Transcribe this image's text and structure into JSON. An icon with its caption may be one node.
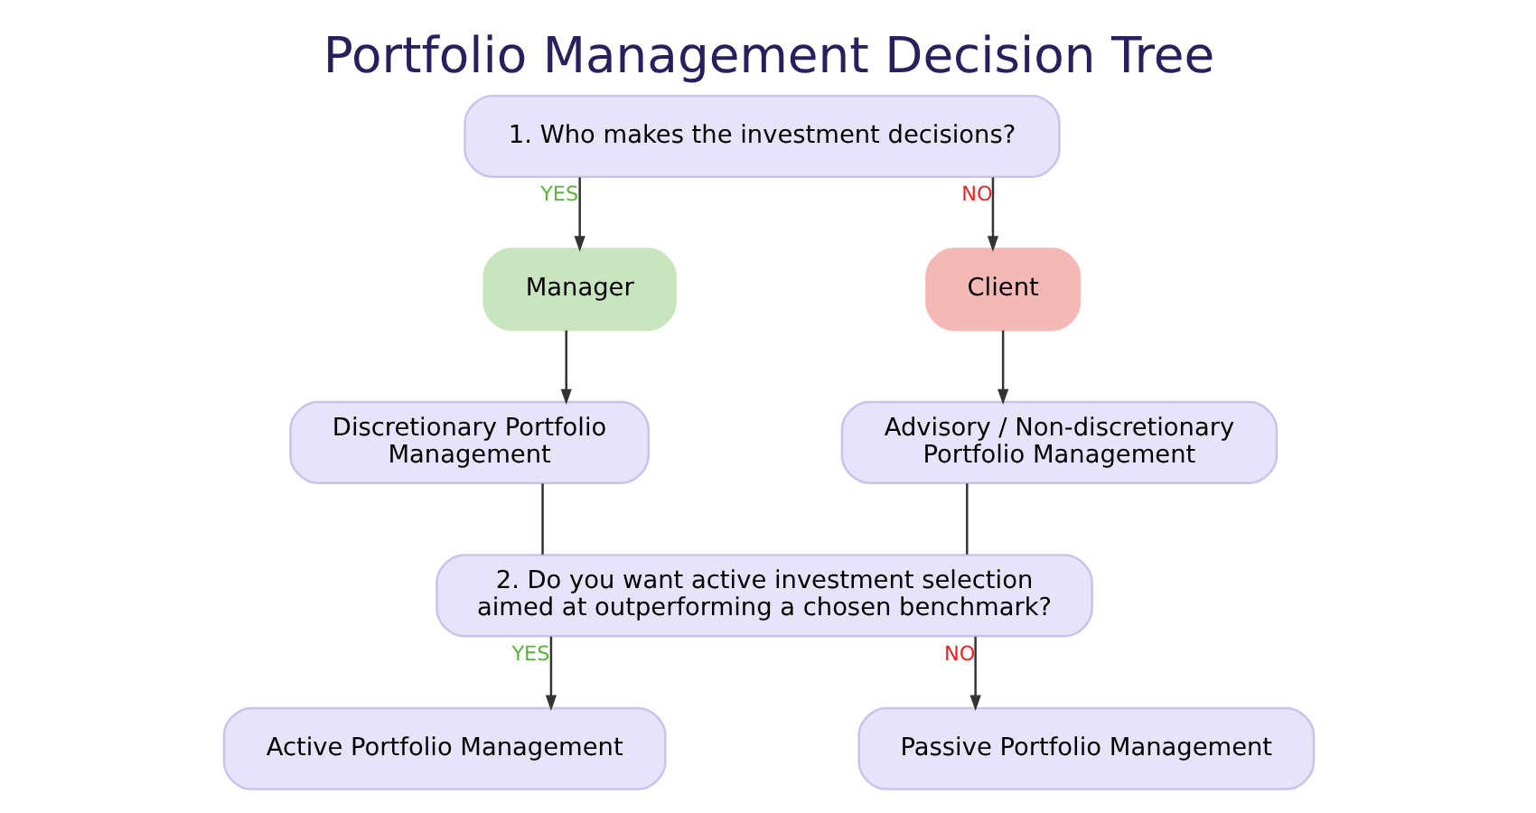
{
  "diagram": {
    "title": "Portfolio Management Decision Tree",
    "nodes": [
      {
        "text": [
          "1. Who makes the investment decisions?"
        ]
      },
      {
        "text": [
          "Manager"
        ]
      },
      {
        "text": [
          "Client"
        ]
      },
      {
        "text": [
          "Discretionary Portfolio Management"
        ]
      },
      {
        "text": [
          "Advisory / Non-discretionary Portfolio Management"
        ]
      },
      {
        "text": [
          "2. Do you want active investment selection aimed at outperforming a chosen benchmark?"
        ]
      },
      {
        "text": [
          "Active Portfolio Management"
        ]
      },
      {
        "text": [
          "Passive Portfolio Management"
        ]
      }
    ],
    "edges": [
      {
        "from": 0,
        "to": 1,
        "arrow": "to",
        "label": "YES"
      },
      {
        "from": 0,
        "to": 2,
        "arrow": "to",
        "label": "NO"
      },
      {
        "from": 1,
        "to": 3,
        "arrow": "to"
      },
      {
        "from": 2,
        "to": 4,
        "arrow": "to"
      },
      {
        "from": 3,
        "to": 5,
        "arrow": "none"
      },
      {
        "from": 4,
        "to": 5,
        "arrow": "none"
      },
      {
        "from": 5,
        "to": 6,
        "arrow": "to",
        "label": "YES"
      },
      {
        "from": 5,
        "to": 7,
        "arrow": "to",
        "label": "NO"
      }
    ]
  }
}
